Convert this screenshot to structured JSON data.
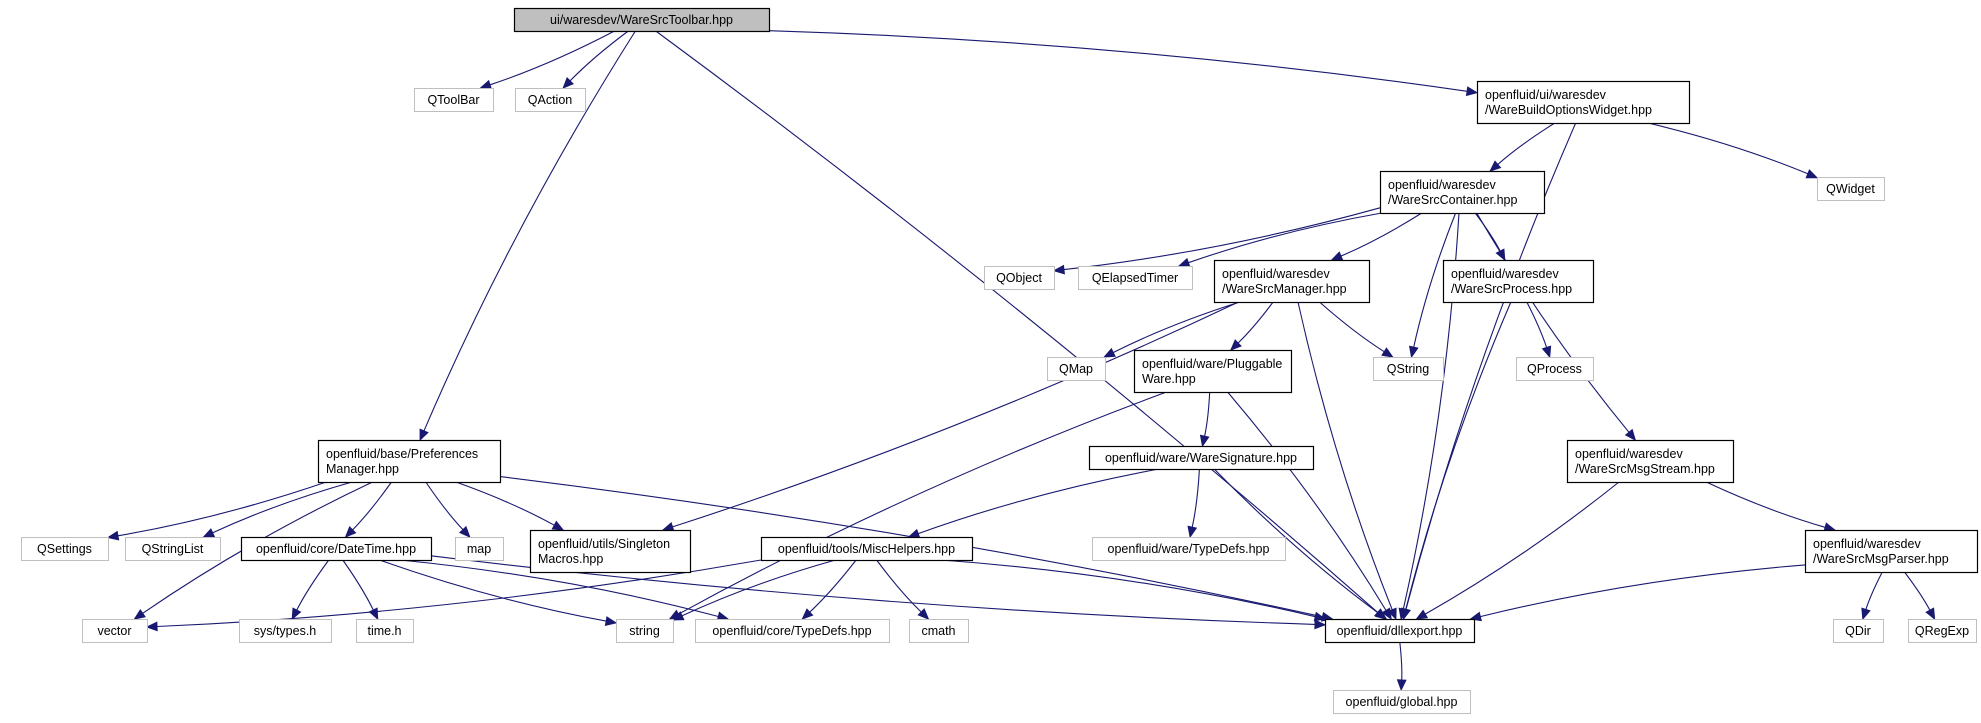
{
  "nodes": [
    {
      "id": "root",
      "lines": [
        "ui/waresdev/WareSrcToolbar.hpp"
      ],
      "kind": "root"
    },
    {
      "id": "qtoolbar",
      "lines": [
        "QToolBar"
      ],
      "kind": "ext"
    },
    {
      "id": "qaction",
      "lines": [
        "QAction"
      ],
      "kind": "ext"
    },
    {
      "id": "wbow",
      "lines": [
        "openfluid/ui/waresdev",
        "/WareBuildOptionsWidget.hpp"
      ],
      "kind": "file"
    },
    {
      "id": "qwidget",
      "lines": [
        "QWidget"
      ],
      "kind": "ext"
    },
    {
      "id": "wsc",
      "lines": [
        "openfluid/waresdev",
        "/WareSrcContainer.hpp"
      ],
      "kind": "file"
    },
    {
      "id": "qobject",
      "lines": [
        "QObject"
      ],
      "kind": "ext"
    },
    {
      "id": "qelapsedtimer",
      "lines": [
        "QElapsedTimer"
      ],
      "kind": "ext"
    },
    {
      "id": "wsm",
      "lines": [
        "openfluid/waresdev",
        "/WareSrcManager.hpp"
      ],
      "kind": "file"
    },
    {
      "id": "wsp",
      "lines": [
        "openfluid/waresdev",
        "/WareSrcProcess.hpp"
      ],
      "kind": "file"
    },
    {
      "id": "qmap",
      "lines": [
        "QMap"
      ],
      "kind": "ext"
    },
    {
      "id": "pluggable",
      "lines": [
        "openfluid/ware/Pluggable",
        "Ware.hpp"
      ],
      "kind": "file"
    },
    {
      "id": "qstring",
      "lines": [
        "QString"
      ],
      "kind": "ext"
    },
    {
      "id": "qprocess",
      "lines": [
        "QProcess"
      ],
      "kind": "ext"
    },
    {
      "id": "prefs",
      "lines": [
        "openfluid/base/Preferences",
        "Manager.hpp"
      ],
      "kind": "file"
    },
    {
      "id": "wsig",
      "lines": [
        "openfluid/ware/WareSignature.hpp"
      ],
      "kind": "file"
    },
    {
      "id": "wsms",
      "lines": [
        "openfluid/waresdev",
        "/WareSrcMsgStream.hpp"
      ],
      "kind": "file"
    },
    {
      "id": "qsettings",
      "lines": [
        "QSettings"
      ],
      "kind": "ext"
    },
    {
      "id": "qstringlist",
      "lines": [
        "QStringList"
      ],
      "kind": "ext"
    },
    {
      "id": "datetime",
      "lines": [
        "openfluid/core/DateTime.hpp"
      ],
      "kind": "file"
    },
    {
      "id": "map",
      "lines": [
        "map"
      ],
      "kind": "ext"
    },
    {
      "id": "singleton",
      "lines": [
        "openfluid/utils/Singleton",
        "Macros.hpp"
      ],
      "kind": "file"
    },
    {
      "id": "mischelpers",
      "lines": [
        "openfluid/tools/MiscHelpers.hpp"
      ],
      "kind": "file"
    },
    {
      "id": "waretypedefs",
      "lines": [
        "openfluid/ware/TypeDefs.hpp"
      ],
      "kind": "ext"
    },
    {
      "id": "wsmp",
      "lines": [
        "openfluid/waresdev",
        "/WareSrcMsgParser.hpp"
      ],
      "kind": "file"
    },
    {
      "id": "vector",
      "lines": [
        "vector"
      ],
      "kind": "ext"
    },
    {
      "id": "systypes",
      "lines": [
        "sys/types.h"
      ],
      "kind": "ext"
    },
    {
      "id": "timeh",
      "lines": [
        "time.h"
      ],
      "kind": "ext"
    },
    {
      "id": "string",
      "lines": [
        "string"
      ],
      "kind": "ext"
    },
    {
      "id": "coretypedefs",
      "lines": [
        "openfluid/core/TypeDefs.hpp"
      ],
      "kind": "ext"
    },
    {
      "id": "cmath",
      "lines": [
        "cmath"
      ],
      "kind": "ext"
    },
    {
      "id": "dllexport",
      "lines": [
        "openfluid/dllexport.hpp"
      ],
      "kind": "file"
    },
    {
      "id": "qdir",
      "lines": [
        "QDir"
      ],
      "kind": "ext"
    },
    {
      "id": "qregexp",
      "lines": [
        "QRegExp"
      ],
      "kind": "ext"
    },
    {
      "id": "global",
      "lines": [
        "openfluid/global.hpp"
      ],
      "kind": "ext"
    }
  ],
  "edges": [
    [
      "root",
      "qtoolbar"
    ],
    [
      "root",
      "qaction"
    ],
    [
      "root",
      "wbow"
    ],
    [
      "root",
      "prefs"
    ],
    [
      "root",
      "dllexport"
    ],
    [
      "wbow",
      "wsc"
    ],
    [
      "wbow",
      "qwidget"
    ],
    [
      "wbow",
      "dllexport"
    ],
    [
      "wsc",
      "qobject"
    ],
    [
      "wsc",
      "qelapsedtimer"
    ],
    [
      "wsc",
      "wsm"
    ],
    [
      "wsc",
      "qstring"
    ],
    [
      "wsc",
      "wsp"
    ],
    [
      "wsc",
      "wsms"
    ],
    [
      "wsc",
      "dllexport"
    ],
    [
      "wsm",
      "qmap"
    ],
    [
      "wsm",
      "pluggable"
    ],
    [
      "wsm",
      "qstring"
    ],
    [
      "wsm",
      "singleton"
    ],
    [
      "wsm",
      "dllexport"
    ],
    [
      "wsp",
      "qprocess"
    ],
    [
      "wsp",
      "dllexport"
    ],
    [
      "pluggable",
      "wsig"
    ],
    [
      "pluggable",
      "string"
    ],
    [
      "pluggable",
      "dllexport"
    ],
    [
      "wsig",
      "mischelpers"
    ],
    [
      "wsig",
      "waretypedefs"
    ],
    [
      "wsig",
      "dllexport"
    ],
    [
      "prefs",
      "qsettings"
    ],
    [
      "prefs",
      "qstringlist"
    ],
    [
      "prefs",
      "datetime"
    ],
    [
      "prefs",
      "map"
    ],
    [
      "prefs",
      "singleton"
    ],
    [
      "prefs",
      "vector"
    ],
    [
      "prefs",
      "dllexport"
    ],
    [
      "datetime",
      "systypes"
    ],
    [
      "datetime",
      "timeh"
    ],
    [
      "datetime",
      "string"
    ],
    [
      "datetime",
      "coretypedefs"
    ],
    [
      "datetime",
      "dllexport"
    ],
    [
      "mischelpers",
      "vector"
    ],
    [
      "mischelpers",
      "string"
    ],
    [
      "mischelpers",
      "coretypedefs"
    ],
    [
      "mischelpers",
      "cmath"
    ],
    [
      "mischelpers",
      "dllexport"
    ],
    [
      "wsms",
      "wsmp"
    ],
    [
      "wsms",
      "dllexport"
    ],
    [
      "wsmp",
      "qdir"
    ],
    [
      "wsmp",
      "qregexp"
    ],
    [
      "wsmp",
      "dllexport"
    ],
    [
      "dllexport",
      "global"
    ]
  ],
  "colors": {
    "edge": "#191970",
    "root_fill": "#bfbfbf",
    "file_border": "#000000",
    "external_border": "#bfbfbf"
  }
}
